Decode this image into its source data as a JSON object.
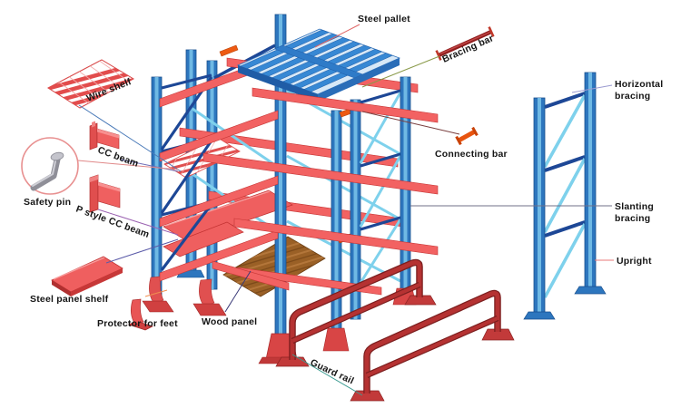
{
  "diagram": {
    "labels": {
      "steel_pallet": "Steel pallet",
      "bracing_bar": "Bracing bar",
      "wire_shelf": "Wire shelf",
      "cc_beam": "CC beam",
      "safety_pin": "Safety pin",
      "p_style_cc_beam": "P style CC beam",
      "steel_panel_shelf": "Steel panel shelf",
      "protector_for_feet": "Protector for feet",
      "wood_panel": "Wood panel",
      "connecting_bar": "Connecting bar",
      "guard_rail": "Guard rail",
      "horizontal_bracing_line1": "Horizontal",
      "horizontal_bracing_line2": "bracing",
      "slanting_bracing_line1": "Slanting",
      "slanting_bracing_line2": "bracing",
      "upright": "Upright"
    },
    "colors": {
      "upright_blue": "#2d76be",
      "upright_stripe": "#6fb9e4",
      "brace_dark_blue": "#1d4796",
      "brace_light_blue": "#7ed1ec",
      "beam_red": "#f26262",
      "pallet_blue": "#3788d4",
      "guard_rail_red": "#b53232",
      "wood_brown": "#9a6026",
      "connector_orange": "#ee5a12",
      "label_text": "#151515"
    }
  }
}
